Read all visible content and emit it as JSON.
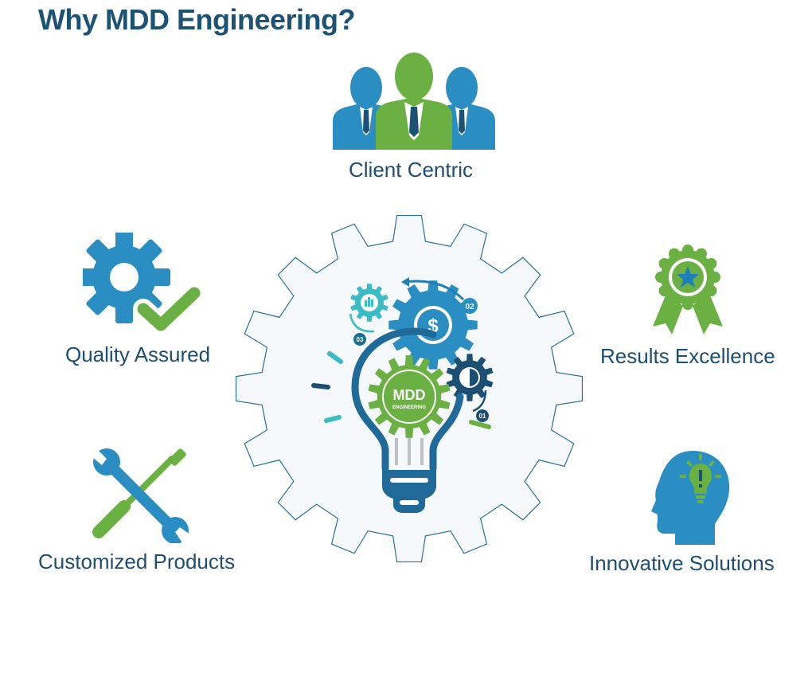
{
  "heading": "Why MDD Engineering?",
  "features": {
    "client": {
      "label": "Client Centric",
      "icon": "team-icon"
    },
    "quality": {
      "label": "Quality Assured",
      "icon": "gear-check-icon"
    },
    "results": {
      "label": "Results Excellence",
      "icon": "award-ribbon-icon"
    },
    "custom": {
      "label": "Customized Products",
      "icon": "wrench-screwdriver-icon"
    },
    "innovative": {
      "label": "Innovative Solutions",
      "icon": "head-lightbulb-icon"
    }
  },
  "center": {
    "logo_line1": "MDD",
    "logo_line2": "ENGINEERING",
    "dollar_sign": "$",
    "step_01": "01",
    "step_02": "02",
    "step_03": "03"
  },
  "colors": {
    "blue": "#2a8ec2",
    "green": "#6ab043",
    "navy": "#1c5274"
  }
}
